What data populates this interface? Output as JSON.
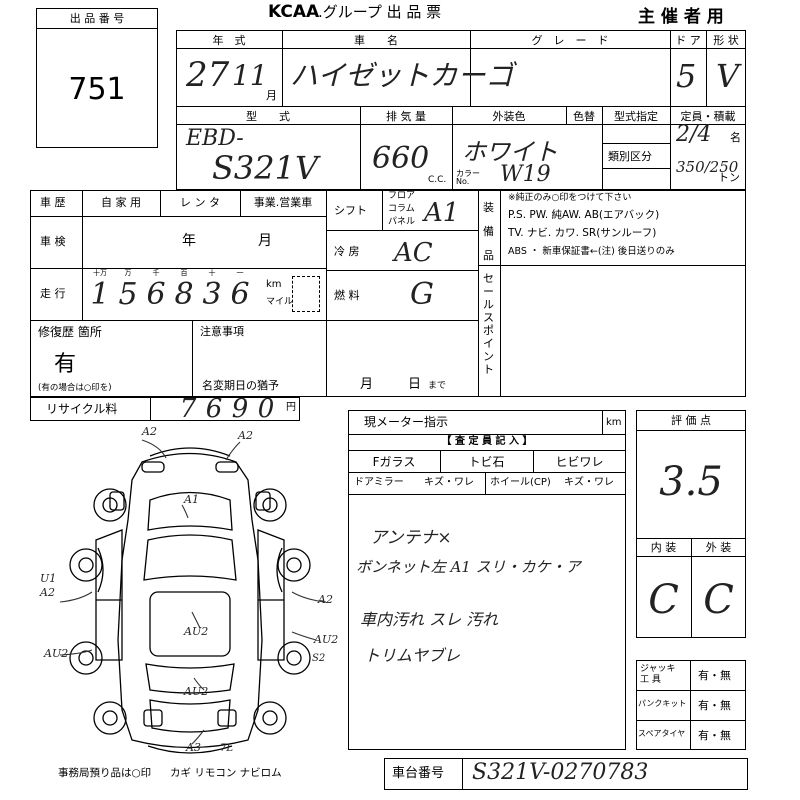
{
  "header": {
    "lot_label": "出 品 番 号",
    "lot_number": "751",
    "org_title": "KCAA",
    "group_title": ".グループ  出 品 票",
    "organizer": "主 催 者 用"
  },
  "vehicle": {
    "year_label": "年　式",
    "year_value": "27",
    "month_value": "11",
    "month_suffix": "月",
    "name_label": "車　　名",
    "name_value": "ハイゼットカーゴ",
    "grade_label": "グ　レ　ー　ド",
    "door_label": "ド ア",
    "door_value": "5",
    "shape_label": "形 状",
    "shape_value": "V",
    "model_label": "型　　式",
    "model_value_1": "EBD-",
    "model_value_2": "S321V",
    "displacement_label": "排 気 量",
    "displacement_value": "660",
    "displacement_unit": "C.C.",
    "exterior_color_label": "外装色",
    "exterior_color_value": "ホワイト",
    "color_change_label": "色替",
    "color_no_label": "カラー No.",
    "color_no_value": "W19",
    "type_designation_label": "型式指定",
    "class_label": "類別区分",
    "capacity_label": "定員・積載",
    "capacity_persons": "2/4",
    "capacity_persons_unit": "名",
    "capacity_load": "350/250",
    "capacity_load_unit": "トン"
  },
  "history": {
    "history_label": "車 歴",
    "private": "自 家 用",
    "rental": "レ ン タ",
    "business": "事業.営業車",
    "inspection_label": "車 検",
    "inspection_year": "年",
    "inspection_month": "月",
    "mileage_label": "走 行",
    "digit_labels": [
      "十万",
      "万",
      "千",
      "百",
      "十",
      "一"
    ],
    "mileage_digits": [
      "1",
      "5",
      "6",
      "8",
      "3",
      "6"
    ],
    "mileage_unit_km": "km",
    "mileage_unit_mile": "マイル"
  },
  "drive": {
    "shift_label": "シフト",
    "shift_opts": [
      "フロア",
      "コラム",
      "パネル"
    ],
    "shift_value": "A1",
    "ac_label": "冷 房",
    "ac_value": "AC",
    "fuel_label": "燃 料",
    "fuel_value": "G"
  },
  "equipment": {
    "label": "装 備 品",
    "note": "※純正のみ○印をつけて下さい",
    "line1": "P.S. PW. 純AW. AB(エアバック)",
    "line2": "TV. ナビ. カワ. SR(サンルーフ)",
    "line3": "ABS ・ 新車保証書←(注) 後日送りのみ"
  },
  "sales_point": {
    "label": "セールスポイント"
  },
  "repair": {
    "label": "修復歴 箇所",
    "value": "有",
    "note": "(有の場合は○印を)"
  },
  "notes": {
    "label": "注意事項",
    "name_change_label": "名変期日の猶予",
    "month": "月",
    "day": "日",
    "until": "まで"
  },
  "recycle": {
    "label": "リサイクル料",
    "digits": [
      "7",
      "6",
      "9",
      "0"
    ],
    "unit": "円"
  },
  "meter": {
    "label": "現メーター指示",
    "unit": "km"
  },
  "inspector": {
    "header": "【 査 定 員 記 入 】",
    "glass_label": "Fガラス",
    "stone_label": "トビ石",
    "crack_label": "ヒビワレ",
    "mirror_label": "ドアミラー",
    "mirror_opts": "キズ・ワレ",
    "wheel_label": "ホイール(CP)",
    "wheel_opts": "キズ・ワレ",
    "comments": [
      "アンテナ×",
      "ボンネット左 A1 スリ・カケ・ア",
      "車内汚れ  スレ  汚れ",
      "トリムヤブレ"
    ]
  },
  "rating": {
    "score_label": "評 価 点",
    "score_value": "3.5",
    "interior_label": "内 装",
    "exterior_label": "外 装",
    "interior_value": "C",
    "exterior_value": "C"
  },
  "tools": [
    {
      "label": "ジャッキ 工 具",
      "opts": "有・無"
    },
    {
      "label": "パンクキット",
      "opts": "有・無"
    },
    {
      "label": "スペアタイヤ",
      "opts": "有・無"
    }
  ],
  "footer": {
    "office_note": "事務局預り品は○印",
    "items": "カギ  リモコン  ナビロム",
    "chassis_label": "車台番号",
    "chassis_value": "S321V-0270783"
  },
  "damage_marks": [
    "A2",
    "A2",
    "A1",
    "U1 A2",
    "A2",
    "AU2",
    "AU2",
    "AU2",
    "S2",
    "AU2",
    "A3",
    "7L"
  ]
}
